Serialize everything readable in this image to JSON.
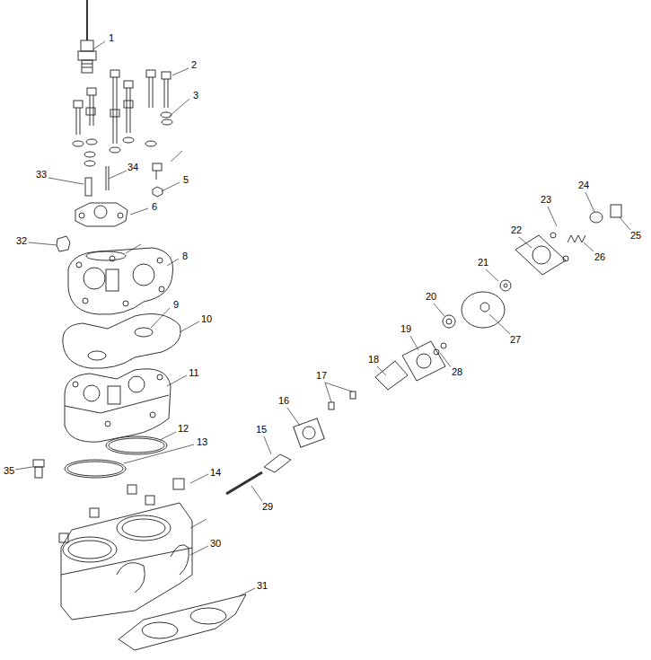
{
  "diagram": {
    "labels": [
      "1",
      "2",
      "3",
      "5",
      "34",
      "33",
      "6",
      "32",
      "8",
      "9",
      "10",
      "11",
      "12",
      "13",
      "35",
      "14",
      "15",
      "16",
      "17",
      "18",
      "19",
      "20",
      "21",
      "27",
      "28",
      "22",
      "23",
      "24",
      "25",
      "26",
      "29",
      "30",
      "31"
    ]
  }
}
